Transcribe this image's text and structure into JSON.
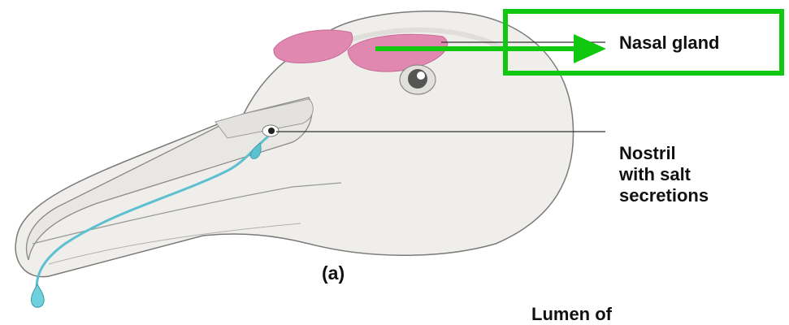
{
  "labels": {
    "nasal_gland": "Nasal gland",
    "nostril": [
      "Nostril",
      "with salt",
      "secretions"
    ],
    "caption": "(a)",
    "lumen_partial": "Lumen of"
  },
  "colors": {
    "highlight": "#11c811",
    "gland": "#e088b0",
    "salt_secretion": "#5cc0d0",
    "head": "#efeeeb",
    "outline": "#7a7a7a"
  },
  "icons": [
    "bird-head-illustration",
    "eye-icon",
    "nostril-icon",
    "drop-icon",
    "arrow-icon"
  ]
}
